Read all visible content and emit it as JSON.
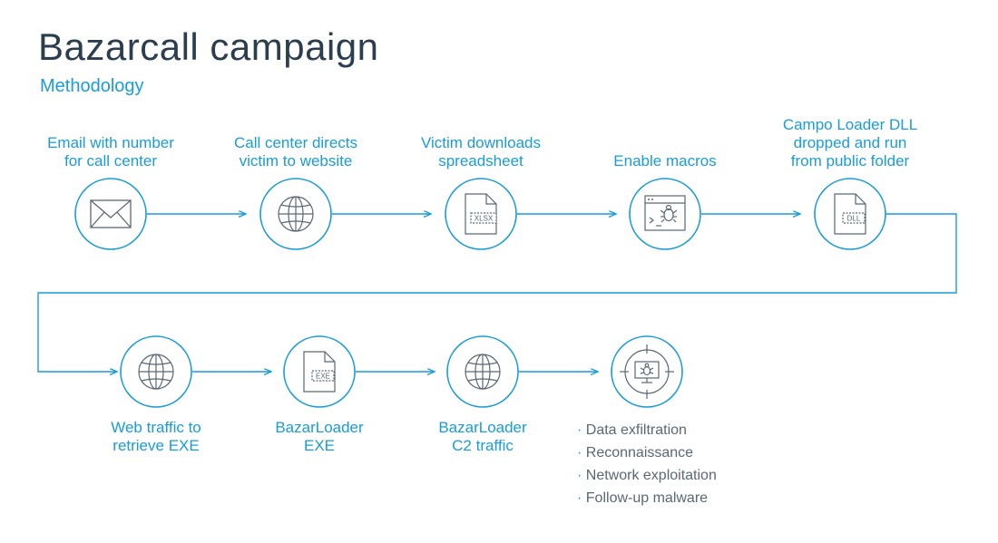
{
  "header": {
    "title": "Bazarcall campaign",
    "subtitle": "Methodology"
  },
  "colors": {
    "accent": "#1a9cd8",
    "title": "#2b3e50",
    "body_text": "#5b6773"
  },
  "steps": [
    {
      "label": "Email with number\nfor call center",
      "icon": "envelope-icon"
    },
    {
      "label": "Call center directs\nvictim to website",
      "icon": "globe-icon"
    },
    {
      "label": "Victim downloads\nspreadsheet",
      "icon": "xlsx-file-icon",
      "file_tag": "XLSX"
    },
    {
      "label": "Enable macros",
      "icon": "macro-bug-window-icon"
    },
    {
      "label": "Campo Loader DLL\ndropped and run\nfrom public folder",
      "icon": "dll-file-icon",
      "file_tag": "DLL"
    },
    {
      "label": "Web traffic to\nretrieve EXE",
      "icon": "globe-icon"
    },
    {
      "label": "BazarLoader\nEXE",
      "icon": "exe-file-icon",
      "file_tag": "EXE"
    },
    {
      "label": "BazarLoader\nC2 traffic",
      "icon": "globe-icon"
    },
    {
      "label": "",
      "icon": "target-monitor-bug-icon"
    }
  ],
  "outcomes": [
    "Data exfiltration",
    "Reconnaissance",
    "Network exploitation",
    "Follow-up malware"
  ]
}
